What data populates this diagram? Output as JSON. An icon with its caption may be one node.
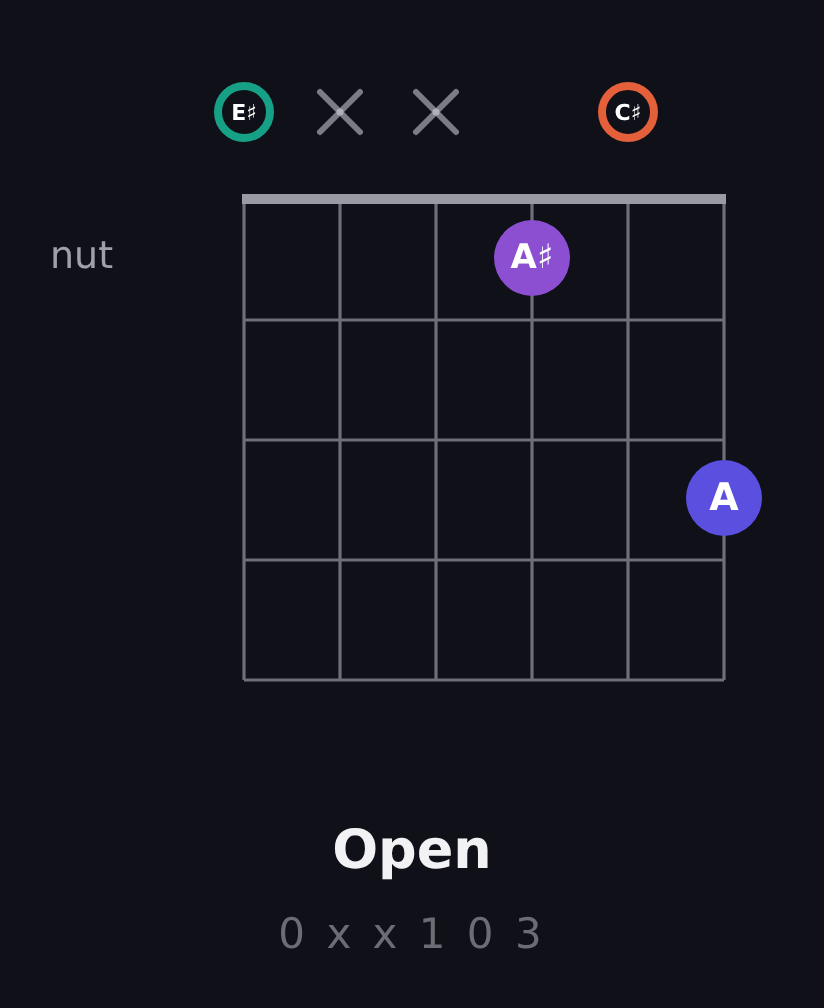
{
  "diagram": {
    "title": "Open",
    "caption": "0 x x 1 0 3",
    "nodes": [
      {
        "text": [
          "E♯"
        ]
      },
      {
        "text": [
          "C♯"
        ]
      },
      {
        "text": [
          "A♯"
        ]
      },
      {
        "text": [
          "A"
        ]
      }
    ],
    "labels": [
      "nut"
    ]
  }
}
